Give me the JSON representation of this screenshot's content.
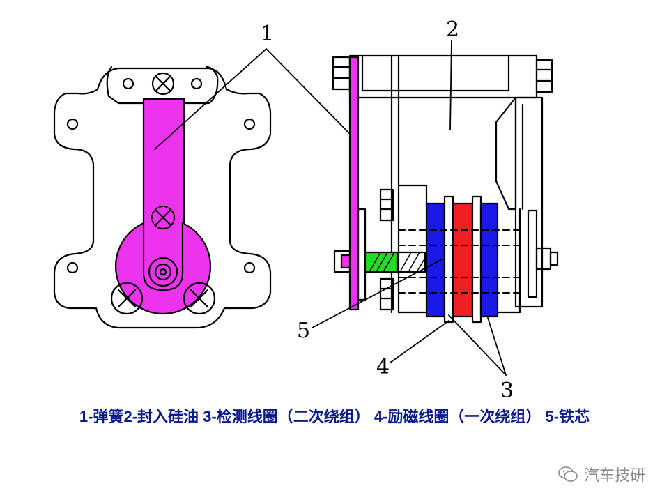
{
  "labels": {
    "n1": "1",
    "n2": "2",
    "n3": "3",
    "n4": "4",
    "n5": "5"
  },
  "caption": "1-弹簧2-封入硅油 3-检测线圈（二次绕组） 4-励磁线圈（一次绕组） 5-铁芯",
  "watermark": {
    "text": "汽车技研",
    "icon": "wechat-icon"
  },
  "colors": {
    "spring_magenta": "#ee33ee",
    "detection_coil_blue": "#1a1ae6",
    "excitation_coil_red": "#ee2020",
    "core_green": "#22dd22",
    "caption_blue": "#0a1a8c"
  }
}
